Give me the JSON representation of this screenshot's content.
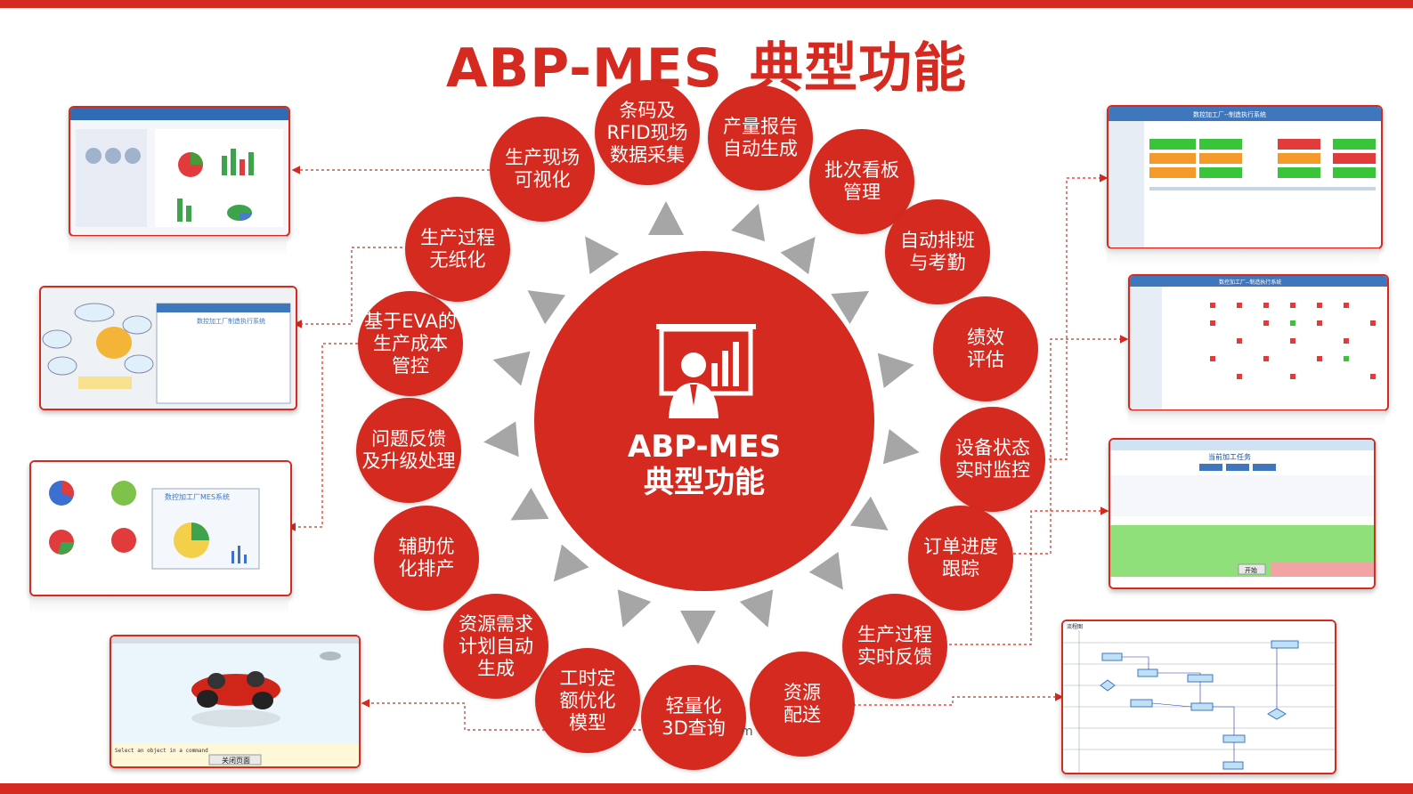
{
  "title": {
    "prefix": "ABP-MES",
    "suffix": "典型功能"
  },
  "center": {
    "line1": "ABP-MES",
    "line2": "典型功能",
    "icon": "presentation-icon"
  },
  "features": [
    "条码及\nRFID现场\n数据采集",
    "产量报告\n自动生成",
    "批次看板\n管理",
    "自动排班\n与考勤",
    "绩效\n评估",
    "设备状态\n实时监控",
    "订单进度\n跟踪",
    "生产过程\n实时反馈",
    "资源\n配送",
    "轻量化\n3D查询",
    "工时定\n额优化\n模型",
    "资源需求\n计划自动\n生成",
    "辅助优\n化排产",
    "问题反馈\n及升级处理",
    "基于EVA的\n生产成本\n管控",
    "生产过程\n无纸化",
    "生产现场\n可视化"
  ],
  "thumbnails": {
    "left_1": {
      "label": "dashboard-charts-screenshot"
    },
    "left_2": {
      "caption": "数控加工厂制造执行系统"
    },
    "left_3": {
      "caption": "数控加工厂MES系统"
    },
    "left_4": {
      "button": "关闭页面",
      "status": "Select an object in a command"
    },
    "right_1": {
      "caption": "数控加工厂--制造执行系统"
    },
    "right_2": {
      "caption": "数控加工厂--制造执行系统"
    },
    "right_3": {
      "caption": "当前加工任务",
      "button": "开始"
    },
    "right_4": {
      "caption": "流程图"
    }
  },
  "watermark": "m",
  "colors": {
    "brand": "#d42a1f",
    "arrow": "#a6a6a6",
    "link": "#d42a1f"
  }
}
